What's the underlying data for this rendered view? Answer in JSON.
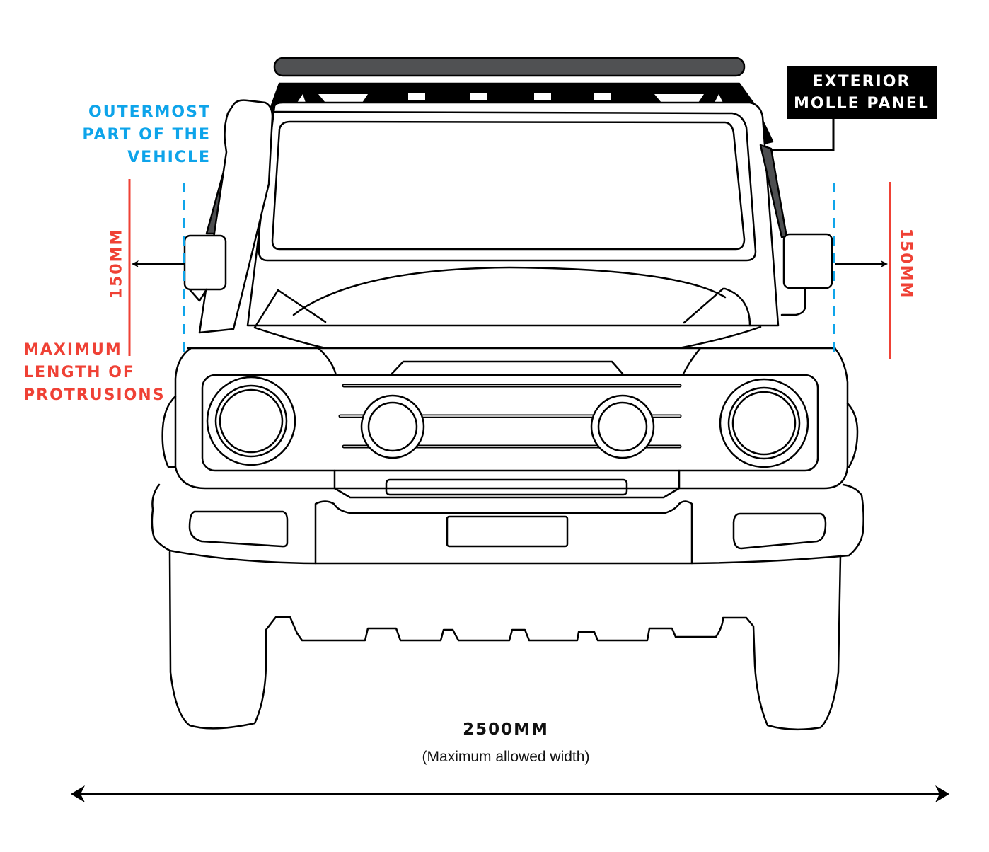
{
  "labels": {
    "outermost": [
      "OUTERMOST",
      "PART OF THE",
      "VEHICLE"
    ],
    "max_protrusion": [
      "MAXIMUM",
      "LENGTH OF",
      "PROTRUSIONS"
    ],
    "molle_panel": [
      "EXTERIOR",
      "MOLLE PANEL"
    ],
    "protrusion_left": "150MM",
    "protrusion_right": "150MM",
    "max_width_value": "2500MM",
    "max_width_note": "(Maximum allowed width)"
  },
  "colors": {
    "outermost_line": "#0ea4ea",
    "protrusion_limit": "#ef4135",
    "annotation_black": "#000000",
    "rack_bar": "#505153",
    "molle_panel_fill": "#4d4e50"
  },
  "dimensions": {
    "max_protrusion_mm": 150,
    "max_width_mm": 2500
  }
}
